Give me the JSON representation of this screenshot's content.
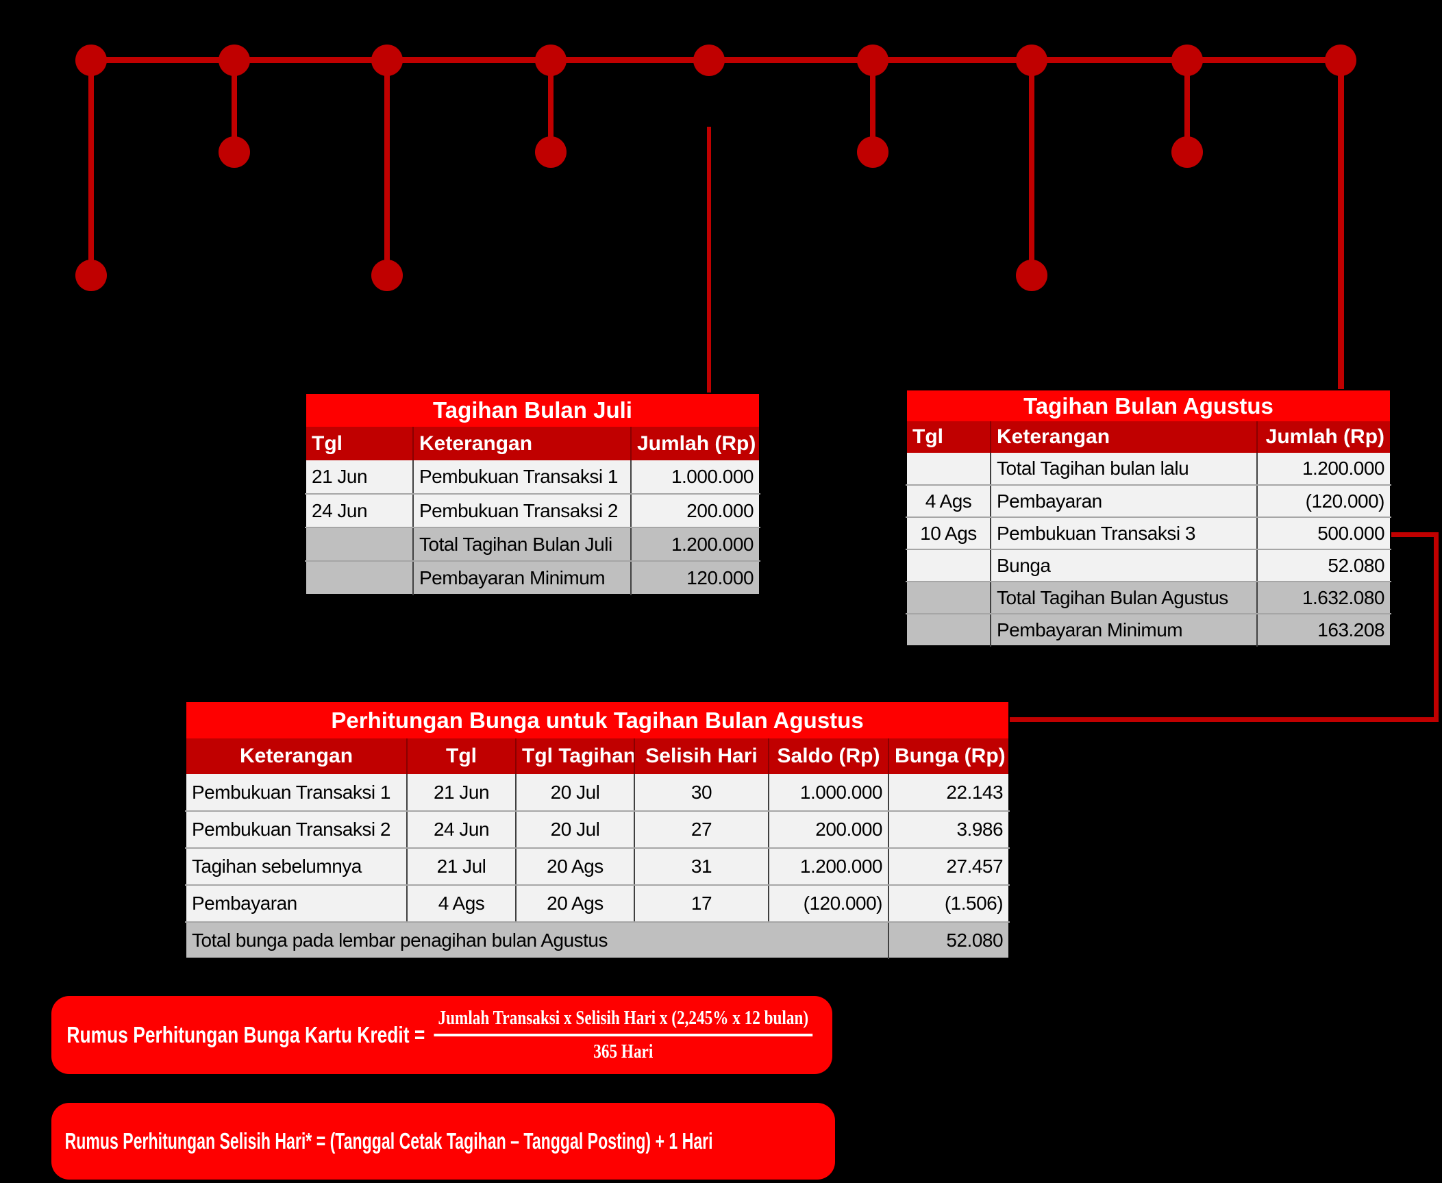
{
  "colors": {
    "background": "#000000",
    "accent_bright": "#FE0000",
    "accent_dark": "#C00000",
    "row_light": "#F2F2F2",
    "row_total": "#BFBFBF",
    "text_on_accent": "#FFFFFF",
    "text_on_rows": "#000000"
  },
  "tables": {
    "juli": {
      "title": "Tagihan Bulan Juli",
      "headers": {
        "tgl": "Tgl",
        "keterangan": "Keterangan",
        "jumlah": "Jumlah (Rp)"
      },
      "rows": [
        {
          "tgl": "21 Jun",
          "keterangan": "Pembukuan Transaksi 1",
          "jumlah": "1.000.000"
        },
        {
          "tgl": "24 Jun",
          "keterangan": "Pembukuan Transaksi 2",
          "jumlah": "200.000"
        },
        {
          "tgl": "",
          "keterangan": "Total Tagihan Bulan Juli",
          "jumlah": "1.200.000"
        },
        {
          "tgl": "",
          "keterangan": "Pembayaran Minimum",
          "jumlah": "120.000"
        }
      ]
    },
    "agustus": {
      "title": "Tagihan Bulan Agustus",
      "headers": {
        "tgl": "Tgl",
        "keterangan": "Keterangan",
        "jumlah": "Jumlah (Rp)"
      },
      "rows": [
        {
          "tgl": "",
          "keterangan": "Total Tagihan bulan lalu",
          "jumlah": "1.200.000"
        },
        {
          "tgl": "4 Ags",
          "keterangan": "Pembayaran",
          "jumlah": "(120.000)"
        },
        {
          "tgl": "10 Ags",
          "keterangan": "Pembukuan Transaksi 3",
          "jumlah": "500.000"
        },
        {
          "tgl": "",
          "keterangan": "Bunga",
          "jumlah": "52.080"
        },
        {
          "tgl": "",
          "keterangan": "Total Tagihan Bulan Agustus",
          "jumlah": "1.632.080"
        },
        {
          "tgl": "",
          "keterangan": "Pembayaran Minimum",
          "jumlah": "163.208"
        }
      ]
    },
    "perhitungan": {
      "title": "Perhitungan Bunga untuk Tagihan Bulan Agustus",
      "headers": {
        "keterangan": "Keterangan",
        "tgl": "Tgl",
        "tgl_tagihan": "Tgl Tagihan",
        "selisih": "Selisih Hari",
        "saldo": "Saldo (Rp)",
        "bunga": "Bunga (Rp)"
      },
      "rows": [
        {
          "keterangan": "Pembukuan Transaksi 1",
          "tgl": "21 Jun",
          "tgl_tagihan": "20 Jul",
          "selisih": "30",
          "saldo": "1.000.000",
          "bunga": "22.143"
        },
        {
          "keterangan": "Pembukuan Transaksi 2",
          "tgl": "24 Jun",
          "tgl_tagihan": "20 Jul",
          "selisih": "27",
          "saldo": "200.000",
          "bunga": "3.986"
        },
        {
          "keterangan": "Tagihan sebelumnya",
          "tgl": "21 Jul",
          "tgl_tagihan": "20 Ags",
          "selisih": "31",
          "saldo": "1.200.000",
          "bunga": "27.457"
        },
        {
          "keterangan": "Pembayaran",
          "tgl": "4 Ags",
          "tgl_tagihan": "20 Ags",
          "selisih": "17",
          "saldo": "(120.000)",
          "bunga": "(1.506)"
        }
      ],
      "total": {
        "label": "Total bunga pada lembar penagihan bulan Agustus",
        "value": "52.080"
      }
    }
  },
  "formulas": {
    "bunga": {
      "label": "Rumus Perhitungan Bunga Kartu Kredit =",
      "numerator": "Jumlah Transaksi x Selisih Hari x (2,245% x 12 bulan)",
      "denominator": "365 Hari"
    },
    "selisih": {
      "label": "Rumus Perhitungan Selisih Hari* = (Tanggal Cetak Tagihan – Tanggal Posting) + 1 Hari"
    }
  }
}
